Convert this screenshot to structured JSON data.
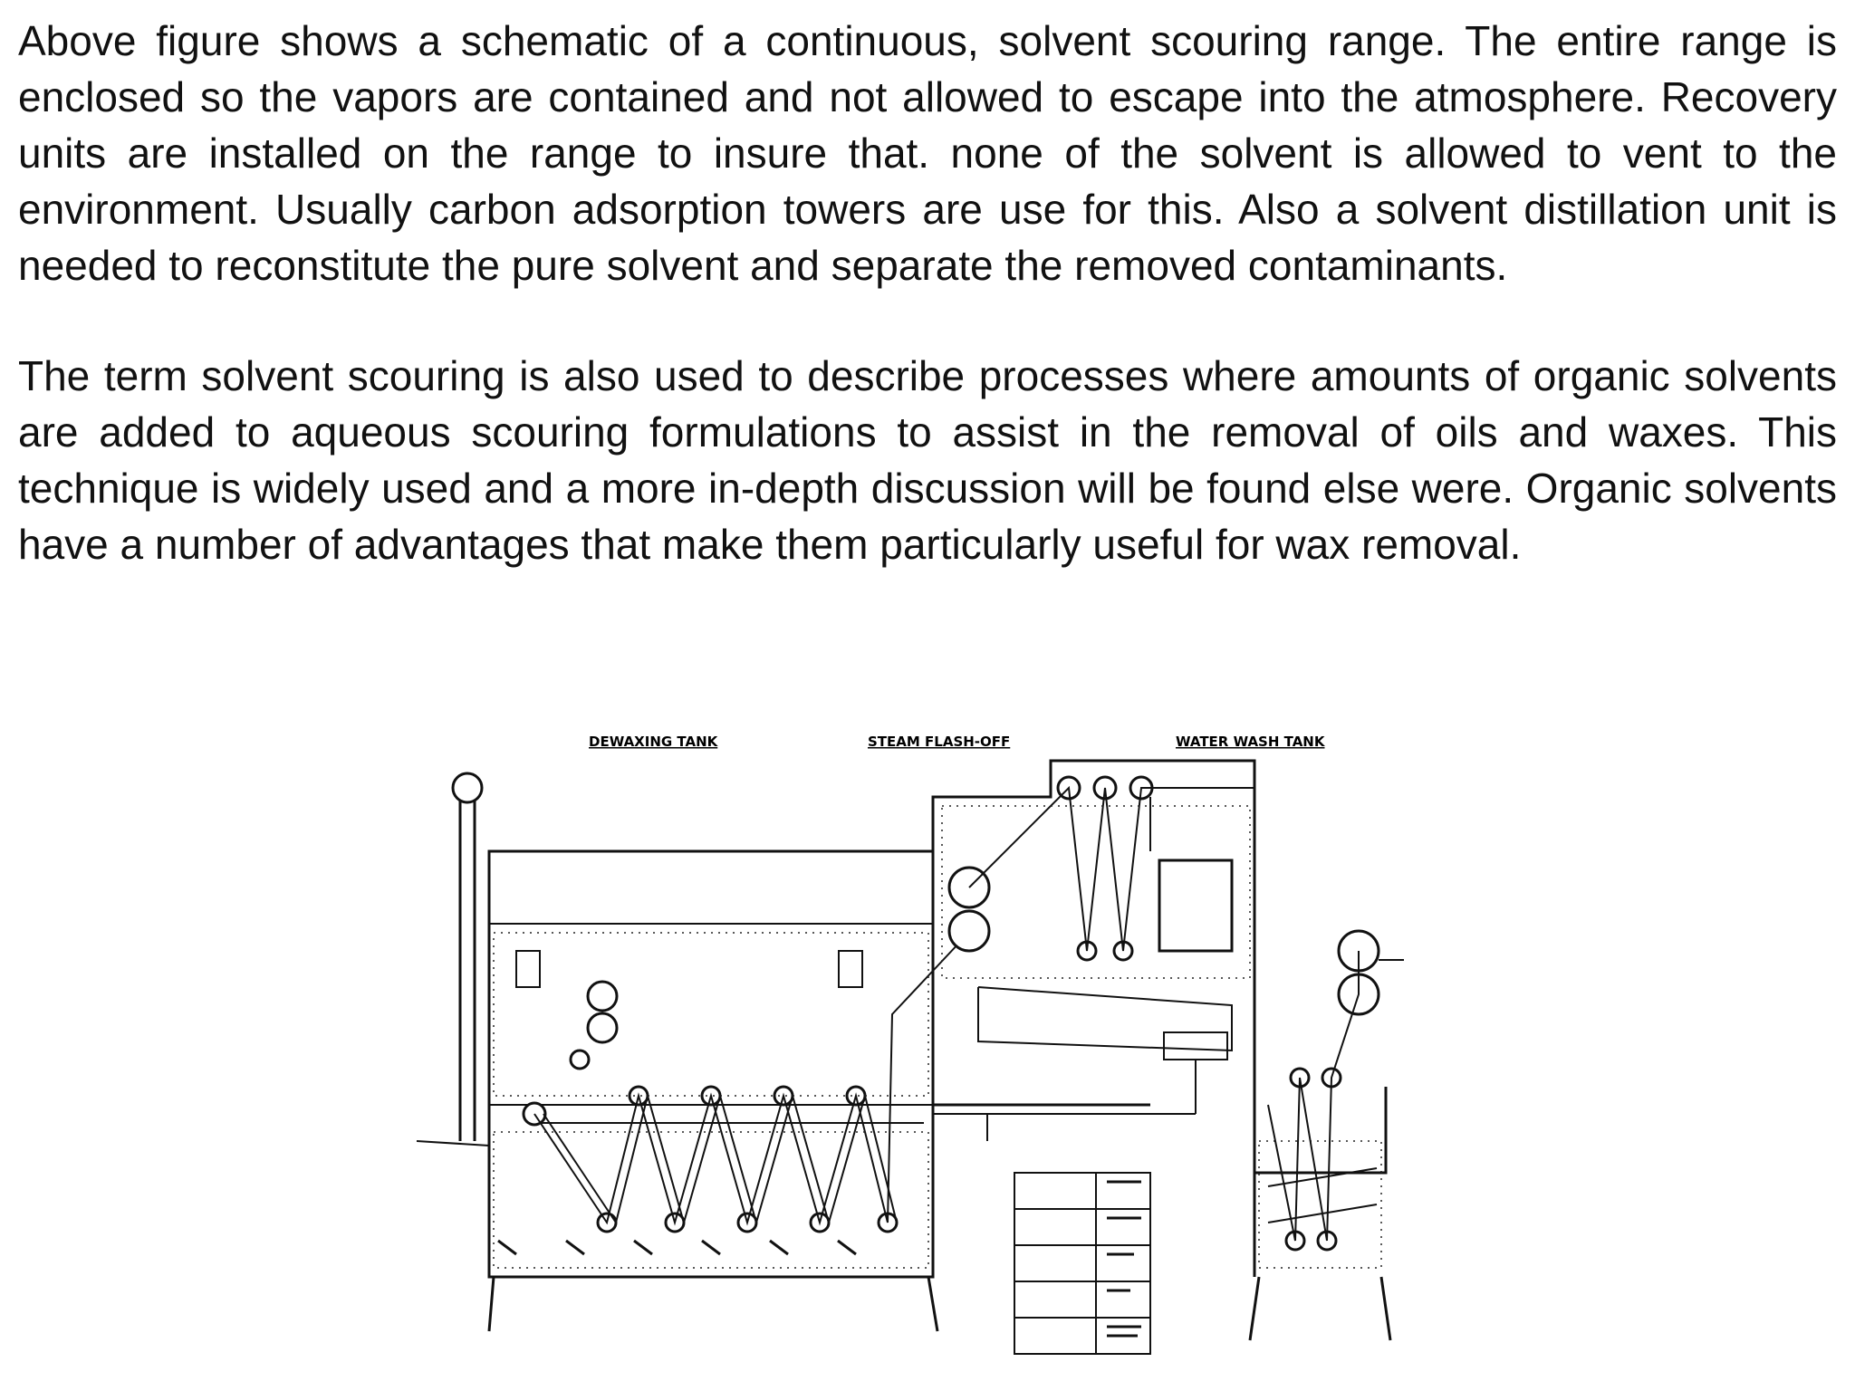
{
  "paragraphs": [
    "Above figure shows a schematic of a continuous, solvent scouring range. The entire range is enclosed so the vapors are contained and not allowed to escape into the atmosphere. Recovery units are installed on the range to insure that. none of the solvent is allowed to vent to the environment. Usually carbon adsorption towers are use for this. Also a solvent distillation unit is needed to reconstitute the pure solvent and separate the removed contaminants.",
    "The term solvent scouring is also used to describe processes where amounts of organic solvents are added to aqueous scouring formulations to assist in the removal of oils and waxes. This technique is widely used and a more in-depth discussion will be found else were. Organic solvents have a number of advantages that make them particularly useful for wax removal."
  ],
  "figure": {
    "headings": {
      "dewaxing_tank": "DEWAXING TANK",
      "steam_flash_off": "STEAM FLASH-OFF",
      "water_wash_tank": "WATER WASH TANK"
    }
  }
}
